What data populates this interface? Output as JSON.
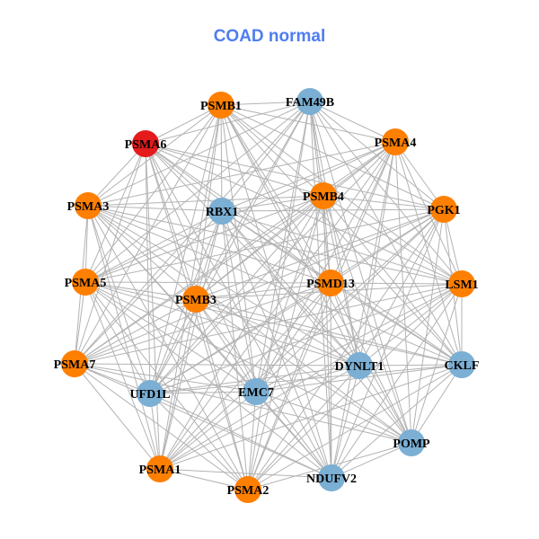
{
  "title": "COAD normal",
  "colors": {
    "orange": "#ff7f00",
    "blue": "#7bafd4",
    "red": "#e41a1c",
    "edge": "#b3b3b3",
    "title": "#4f7df0"
  },
  "nodes": [
    {
      "name": "PSMB1",
      "color": "orange"
    },
    {
      "name": "FAM49B",
      "color": "blue"
    },
    {
      "name": "PSMA6",
      "color": "red"
    },
    {
      "name": "PSMA4",
      "color": "orange"
    },
    {
      "name": "PSMB4",
      "color": "orange"
    },
    {
      "name": "PSMA3",
      "color": "orange"
    },
    {
      "name": "RBX1",
      "color": "blue"
    },
    {
      "name": "PGK1",
      "color": "orange"
    },
    {
      "name": "PSMA5",
      "color": "orange"
    },
    {
      "name": "PSMD13",
      "color": "orange"
    },
    {
      "name": "LSM1",
      "color": "orange"
    },
    {
      "name": "PSMB3",
      "color": "orange"
    },
    {
      "name": "PSMA7",
      "color": "orange"
    },
    {
      "name": "DYNLT1",
      "color": "blue"
    },
    {
      "name": "CKLF",
      "color": "blue"
    },
    {
      "name": "UFD1L",
      "color": "blue"
    },
    {
      "name": "EMC7",
      "color": "blue"
    },
    {
      "name": "POMP",
      "color": "blue"
    },
    {
      "name": "PSMA1",
      "color": "orange"
    },
    {
      "name": "NDUFV2",
      "color": "blue"
    },
    {
      "name": "PSMA2",
      "color": "orange"
    }
  ],
  "edges_all_pairs_except": [
    [
      "PSMA6",
      "PSMA4"
    ],
    [
      "PSMA3",
      "PGK1"
    ],
    [
      "PSMA5",
      "LSM1"
    ],
    [
      "PSMA7",
      "CKLF"
    ],
    [
      "UFD1L",
      "POMP"
    ],
    [
      "PSMA1",
      "POMP"
    ],
    [
      "PSMA2",
      "NDUFV2"
    ],
    [
      "PSMA6",
      "POMP"
    ],
    [
      "PSMB1",
      "PSMA2"
    ],
    [
      "FAM49B",
      "PSMA1"
    ]
  ]
}
